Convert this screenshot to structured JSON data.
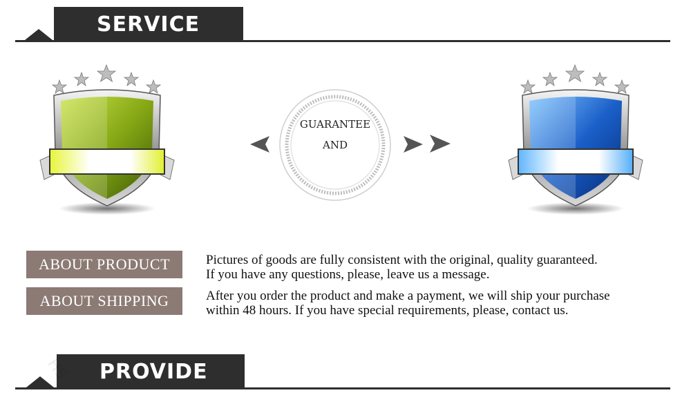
{
  "headers": {
    "service": "SERVICE",
    "provide": "PROVIDE"
  },
  "seal": {
    "line1": "GUARANTEE",
    "line2": "AND"
  },
  "rows": [
    {
      "label": "ABOUT PRODUCT",
      "line1": "Pictures  of  goods  are  fully consistent with the original, quality guaranteed.",
      "line2": "If you have any questions, please, leave  us  a  message."
    },
    {
      "label": "ABOUT SHIPPING",
      "line1": "After you order the product and make a payment, we will ship your purchase",
      "line2": "within 48 hours. If you have special requirements, please, contact us."
    }
  ],
  "watermark": "HS",
  "colors": {
    "header_dark": "#2e2e2e",
    "label_bg": "#8c7a74",
    "shield_green": "#8fae1b",
    "shield_blue": "#1a5fc8"
  },
  "icons": {
    "left_shield": "green-shield-icon",
    "right_shield": "blue-shield-icon",
    "stars": "star-icon",
    "arrows": "arrow-icon"
  }
}
